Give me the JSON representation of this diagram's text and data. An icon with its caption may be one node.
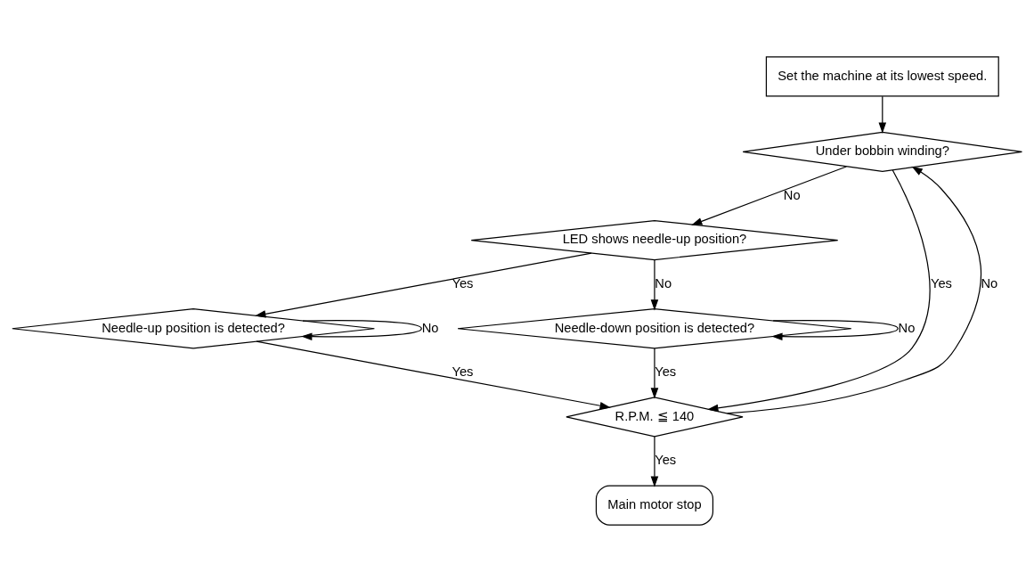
{
  "diagram": {
    "nodes": [
      {
        "text": [
          "Set the machine at its lowest speed."
        ]
      },
      {
        "text": [
          "Under bobbin winding?"
        ]
      },
      {
        "text": [
          "LED shows needle-up position?"
        ]
      },
      {
        "text": [
          "Needle-up position is detected?"
        ]
      },
      {
        "text": [
          "Needle-down position is detected?"
        ]
      },
      {
        "text": [
          "R.P.M. ≦ 140"
        ]
      },
      {
        "text": [
          "Main motor stop"
        ]
      }
    ],
    "edges": [
      {
        "from": 0,
        "to": 1,
        "arrow": "to"
      },
      {
        "from": 1,
        "to": 2,
        "arrow": "to",
        "label": "No"
      },
      {
        "from": 1,
        "to": 5,
        "arrow": "to",
        "label": "Yes"
      },
      {
        "from": 2,
        "to": 3,
        "arrow": "to",
        "label": "Yes"
      },
      {
        "from": 2,
        "to": 4,
        "arrow": "to",
        "label": "No"
      },
      {
        "from": 3,
        "to": 3,
        "arrow": "to",
        "label": "No"
      },
      {
        "from": 3,
        "to": 5,
        "arrow": "to",
        "label": "Yes"
      },
      {
        "from": 4,
        "to": 4,
        "arrow": "to",
        "label": "No"
      },
      {
        "from": 4,
        "to": 5,
        "arrow": "to",
        "label": "Yes"
      },
      {
        "from": 5,
        "to": 1,
        "arrow": "to",
        "label": "No"
      },
      {
        "from": 5,
        "to": 6,
        "arrow": "to",
        "label": "Yes"
      }
    ]
  }
}
